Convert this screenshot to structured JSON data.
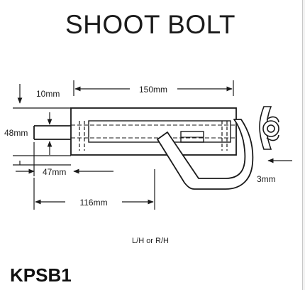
{
  "title": "SHOOT BOLT",
  "dimensions": {
    "length": "150mm",
    "bolt_offset": "10mm",
    "bolt_height": "48mm",
    "bolt_extension": "47mm",
    "overall_reach": "116mm",
    "gap": "3mm"
  },
  "caption": "L/H or R/H",
  "product_code": "KPSB1"
}
